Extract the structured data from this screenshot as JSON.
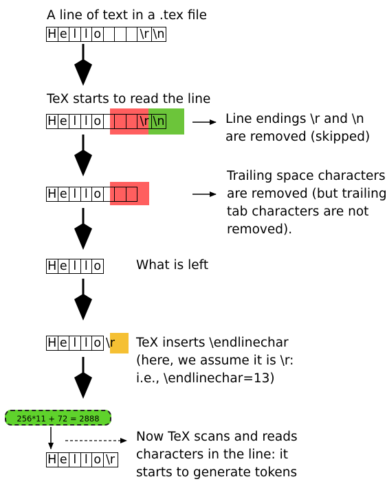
{
  "colors": {
    "removed_red": "#ff5f5f",
    "removed_green": "#6cc53a",
    "endline_yellow": "#f5c033",
    "badge_green": "#5fd32c"
  },
  "step1": {
    "caption": "A line of text in a .tex file",
    "cells": [
      "H",
      "e",
      "l",
      "l",
      "o",
      "",
      "",
      "",
      "\\r",
      "\\n"
    ]
  },
  "step2": {
    "caption": "TeX starts to read the line",
    "cells": [
      "H",
      "e",
      "l",
      "l",
      "o",
      "",
      "",
      "",
      "\\r",
      "\\n"
    ],
    "note_line1": "Line endings \\r and \\n",
    "note_line2": "are removed (skipped)"
  },
  "step3": {
    "cells": [
      "H",
      "e",
      "l",
      "l",
      "o",
      "",
      "",
      ""
    ],
    "note_line1": "Trailing space characters",
    "note_line2": "are removed (but trailing",
    "note_line3": "tab characters are not",
    "note_line4": "removed)."
  },
  "step4": {
    "cells": [
      "H",
      "e",
      "l",
      "l",
      "o"
    ],
    "note": "What is left"
  },
  "step5": {
    "cells": [
      "H",
      "e",
      "l",
      "l",
      "o",
      "\\r"
    ],
    "note_line1": "TeX inserts \\endlinechar",
    "note_line2": "(here, we assume it is \\r:",
    "note_line3": "i.e., \\endlinechar=13)"
  },
  "badge": {
    "text": "256*11 + 72 = 2888"
  },
  "step6": {
    "cells": [
      "H",
      "e",
      "l",
      "l",
      "o",
      "\\r"
    ],
    "note_line1": "Now TeX scans and reads",
    "note_line2": "characters in the line: it",
    "note_line3": "starts to generate tokens"
  }
}
